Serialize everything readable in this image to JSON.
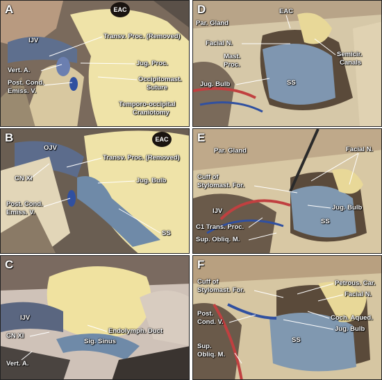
{
  "panels": [
    {
      "letter": "A",
      "labels": {
        "eac": "EAC",
        "ijv": "IJV",
        "transv": "Transv. Proc. (Removed)",
        "jug_proc": "Jug. Proc.",
        "vert_a": "Vert. A.",
        "occipitomast_1": "Occipitomast.",
        "occipitomast_2": "Suture",
        "post_cond_1": "Post. Cond.",
        "post_cond_2": "Emiss. V.",
        "crani_1": "Temporo-occipital",
        "crani_2": "Craniotomy"
      }
    },
    {
      "letter": "B",
      "labels": {
        "eac": "EAC",
        "ojv": "OJV",
        "transv": "Transv. Proc. (Removed)",
        "cn_xi": "CN XI",
        "jug_bulb": "Jug. Bulb",
        "post_cond_1": "Post. Cond.",
        "post_cond_2": "Emiss. V.",
        "ss": "SS"
      }
    },
    {
      "letter": "C",
      "labels": {
        "ijv": "IJV",
        "cn_xi": "CN XI",
        "endolymph": "Endolymph. Duct",
        "sig_sinus": "Sig. Sinus",
        "vert_a": "Vert. A."
      }
    },
    {
      "letter": "D",
      "labels": {
        "eac": "EAC",
        "par_gland": "Par. Gland",
        "facial_n": "Facial N.",
        "mast_1": "Mast.",
        "mast_2": "Proc.",
        "semicir_1": "Semicir.",
        "semicir_2": "Canals",
        "jug_bulb": "Jug. Bulb",
        "ss": "SS"
      }
    },
    {
      "letter": "E",
      "labels": {
        "par_gland": "Par. Gland",
        "facial_n": "Facial N.",
        "cuff_1": "Cuff of",
        "cuff_2": "Stylomast. For.",
        "ijv": "IJV",
        "jug_bulb": "Jug. Bulb",
        "ss": "SS",
        "c1": "C1 Trans. Proc.",
        "sup_obliq": "Sup. Obliq. M."
      }
    },
    {
      "letter": "F",
      "labels": {
        "cuff_1": "Cuff of",
        "cuff_2": "Stylomast. For.",
        "petrous": "Petrous. Car.",
        "facial_n": "Facial N.",
        "post_cond_1": "Post.",
        "post_cond_2": "Cond. V.",
        "coch": "Coch. Aqued.",
        "jug_bulb": "Jug. Bulb",
        "ss": "SS",
        "sup_1": "Sup.",
        "sup_2": "Obliq. M."
      }
    }
  ],
  "colors": {
    "bone": "#efe3a8",
    "tissue": "#c8a07a",
    "vein": "#5a6fa0",
    "sinus": "#6f8aa8",
    "dark": "#2a2520",
    "artery": "#c05050"
  }
}
